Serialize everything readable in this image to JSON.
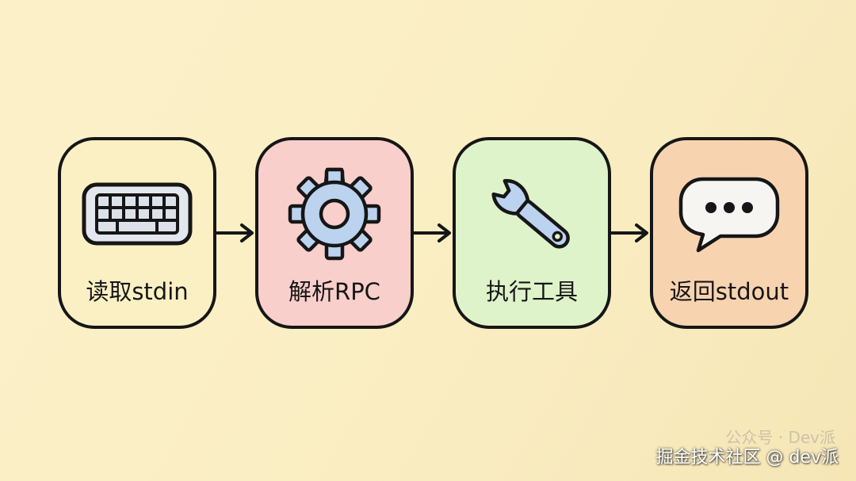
{
  "steps": [
    {
      "label": "读取stdin",
      "icon": "keyboard-icon",
      "color": "#fbf0c4"
    },
    {
      "label": "解析RPC",
      "icon": "gear-icon",
      "color": "#f9cfcb"
    },
    {
      "label": "执行工具",
      "icon": "wrench-icon",
      "color": "#dff3ca"
    },
    {
      "label": "返回stdout",
      "icon": "speech-bubble-icon",
      "color": "#f8d3b0"
    }
  ],
  "arrows": [
    "arrow-right-icon",
    "arrow-right-icon",
    "arrow-right-icon"
  ],
  "watermark": {
    "faint_text": "公众号 · Dev派",
    "text": "掘金技术社区 @ dev派"
  },
  "colors": {
    "outline": "#161616",
    "icon_fill": "#bcd3ef",
    "background": "#fbf0c8"
  }
}
